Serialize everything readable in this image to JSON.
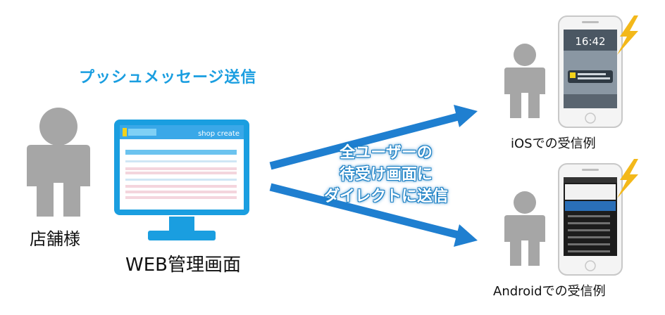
{
  "headline": "プッシュメッセージ送信",
  "store_label": "店舗様",
  "web_label": "WEB管理画面",
  "monitor": {
    "brand_text": "shop create"
  },
  "center_message": {
    "line1": "全ユーザーの",
    "line2": "待受け画面に",
    "line3": "ダイレクトに送信"
  },
  "ios_label": "iOSでの受信例",
  "android_label": "Androidでの受信例",
  "ios_phone": {
    "clock": "16:42"
  },
  "colors": {
    "accent_blue": "#1a9ee0",
    "arrow_blue": "#1f7fd0",
    "person_gray": "#a6a6a6",
    "bolt_yellow": "#f3b81a"
  }
}
